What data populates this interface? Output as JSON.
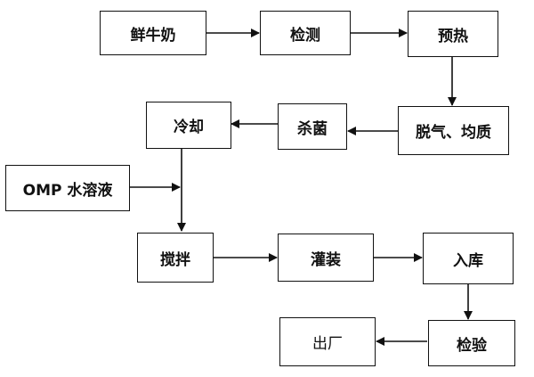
{
  "diagram": {
    "nodes": {
      "fresh_milk": "鲜牛奶",
      "inspection": "检测",
      "preheat": "预热",
      "degas": "脱气、均质",
      "sterilize": "杀菌",
      "cool": "冷却",
      "omp": "OMP 水溶液",
      "stir": "搅拌",
      "fill": "灌装",
      "storage": "入库",
      "check": "检验",
      "ship": "出厂"
    }
  }
}
